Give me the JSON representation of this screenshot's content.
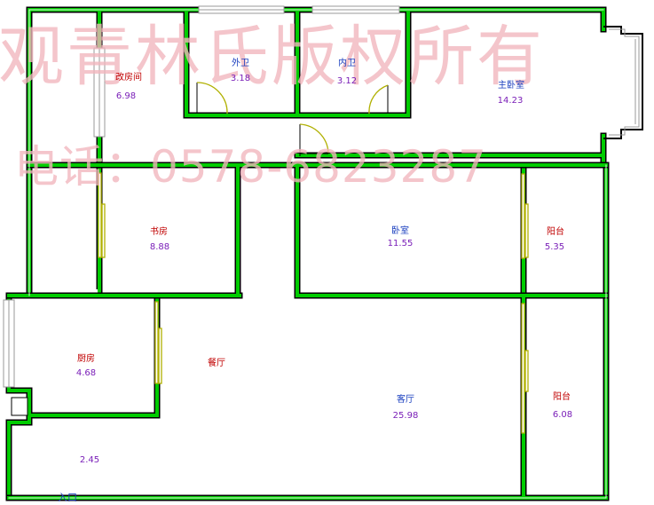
{
  "watermark": {
    "line1": "观青林氏版权所有",
    "line2": "电话：0578-6823287"
  },
  "colors": {
    "wall": "#00cc00",
    "wall_outline": "#000000",
    "door": "#b0b000",
    "window": "#9a9a9a",
    "room_name_red": "#c00000",
    "room_name_blue": "#1a3fbf",
    "area_text": "#7a1fb8"
  },
  "rooms": {
    "gaifangjian": {
      "name": "改房间",
      "area": "6.98"
    },
    "waiwei": {
      "name": "外卫",
      "area": "3.18"
    },
    "neiwei": {
      "name": "内卫",
      "area": "3.12"
    },
    "zhuwoshi": {
      "name": "主卧室",
      "area": "14.23"
    },
    "shufang": {
      "name": "书房",
      "area": "8.88"
    },
    "woshi": {
      "name": "卧室",
      "area": "11.55"
    },
    "yangtai1": {
      "name": "阳台",
      "area": "5.35"
    },
    "chufang": {
      "name": "厨房",
      "area": "4.68"
    },
    "canting": {
      "name": "餐厅"
    },
    "keting": {
      "name": "客厅",
      "area": "25.98"
    },
    "yangtai2": {
      "name": "阳台",
      "area": "6.08"
    },
    "entry_area": {
      "area": "2.45"
    }
  },
  "entrance": {
    "label": "入口"
  }
}
